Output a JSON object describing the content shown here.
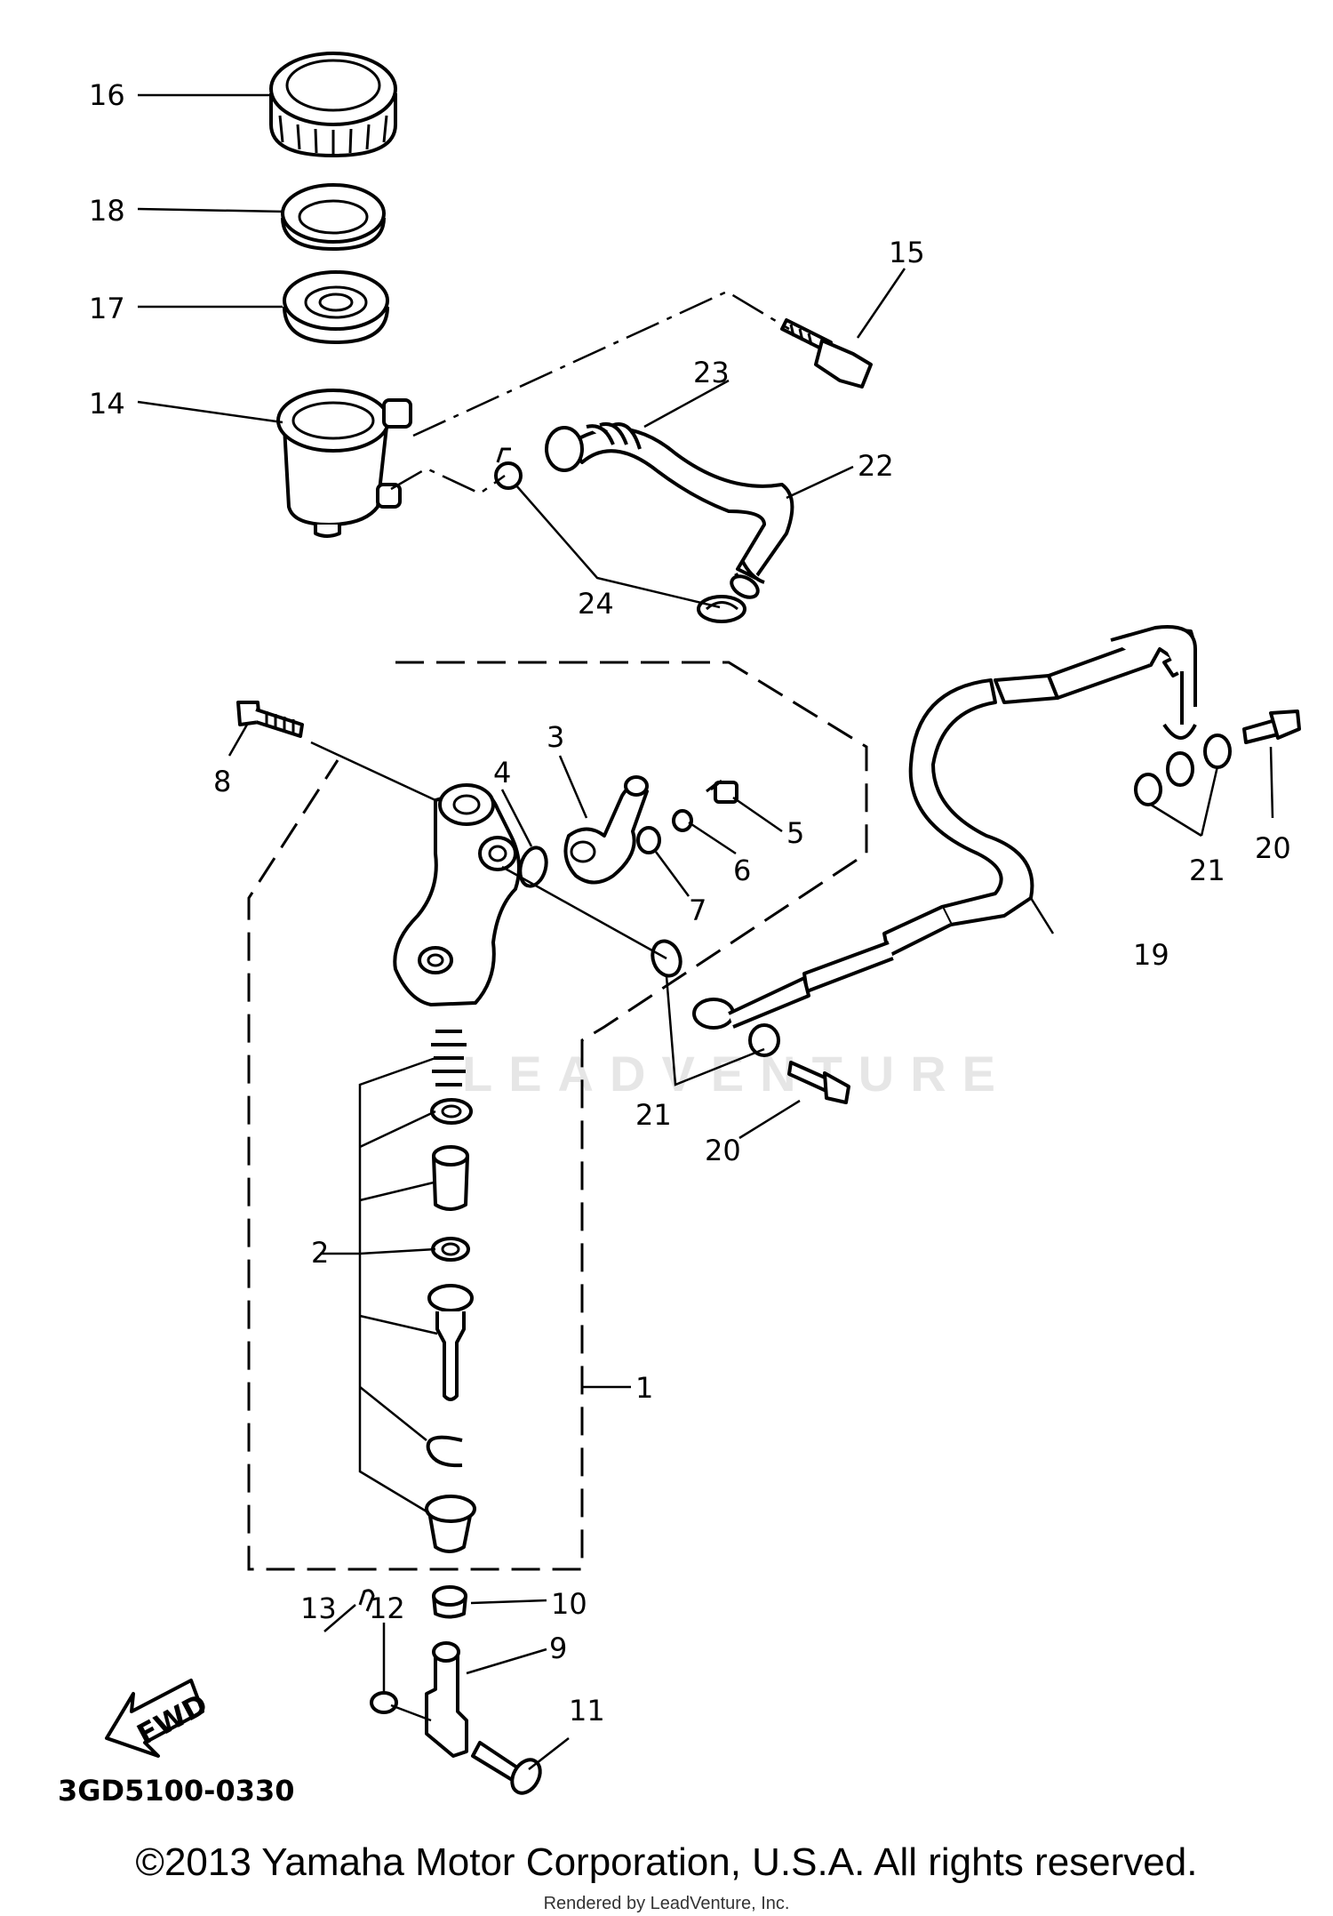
{
  "diagram": {
    "code": "3GD5100-0330",
    "fwd_label": "FWD",
    "watermark": "LEADVENTURE",
    "labels": {
      "n1": "1",
      "n2": "2",
      "n3": "3",
      "n4": "4",
      "n5": "5",
      "n6": "6",
      "n7": "7",
      "n8": "8",
      "n9": "9",
      "n10": "10",
      "n11": "11",
      "n12": "12",
      "n13": "13",
      "n14": "14",
      "n15": "15",
      "n16": "16",
      "n17": "17",
      "n18": "18",
      "n19": "19",
      "n20a": "20",
      "n20b": "20",
      "n21a": "21",
      "n21b": "21",
      "n22": "22",
      "n23": "23",
      "n24": "24"
    }
  },
  "footer": {
    "copyright": "©2013 Yamaha Motor Corporation, U.S.A. All rights reserved.",
    "rendered_by": "Rendered by LeadVenture, Inc."
  }
}
